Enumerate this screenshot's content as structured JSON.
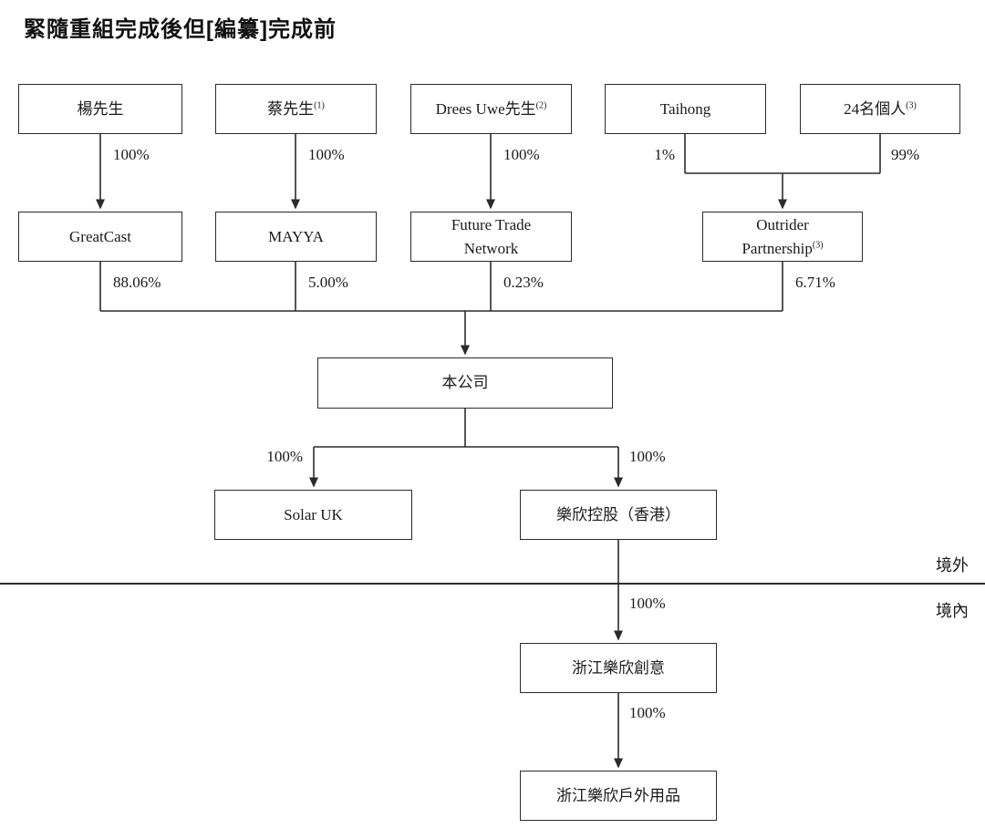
{
  "title": "緊隨重組完成後但[編纂]完成前",
  "nodes": {
    "yang": {
      "label": "楊先生"
    },
    "cai": {
      "label": "蔡先生",
      "sup": "(1)"
    },
    "drees": {
      "label": "Drees Uwe先生",
      "sup": "(2)"
    },
    "taihong": {
      "label": "Taihong"
    },
    "individuals": {
      "label": "24名個人",
      "sup": "(3)"
    },
    "greatcast": {
      "label": "GreatCast"
    },
    "mayya": {
      "label": "MAYYA"
    },
    "future_trade_network": {
      "label": "Future Trade Network"
    },
    "outrider": {
      "label": "Outrider Partnership",
      "sup": "(3)"
    },
    "company": {
      "label": "本公司"
    },
    "solar_uk": {
      "label": "Solar UK"
    },
    "lexin_holdings_hk": {
      "label": "樂欣控股（香港）"
    },
    "zhejiang_lexin_chuangyi": {
      "label": "浙江樂欣創意"
    },
    "zhejiang_lexin_outdoor": {
      "label": "浙江樂欣戶外用品"
    }
  },
  "ownership_labels": {
    "yang_to_greatcast": "100%",
    "cai_to_mayya": "100%",
    "drees_to_ftn": "100%",
    "taihong_to_outrider": "1%",
    "individuals_to_outrider": "99%",
    "greatcast_to_company": "88.06%",
    "mayya_to_company": "5.00%",
    "ftn_to_company": "0.23%",
    "outrider_to_company": "6.71%",
    "company_to_solar_uk": "100%",
    "company_to_lexin_hk": "100%",
    "lexin_hk_to_chuangyi": "100%",
    "chuangyi_to_outdoor": "100%"
  },
  "regions": {
    "offshore": "境外",
    "onshore": "境內"
  },
  "colors": {
    "line": "#2b2b2b",
    "text": "#1a1a1a",
    "background": "#ffffff"
  }
}
